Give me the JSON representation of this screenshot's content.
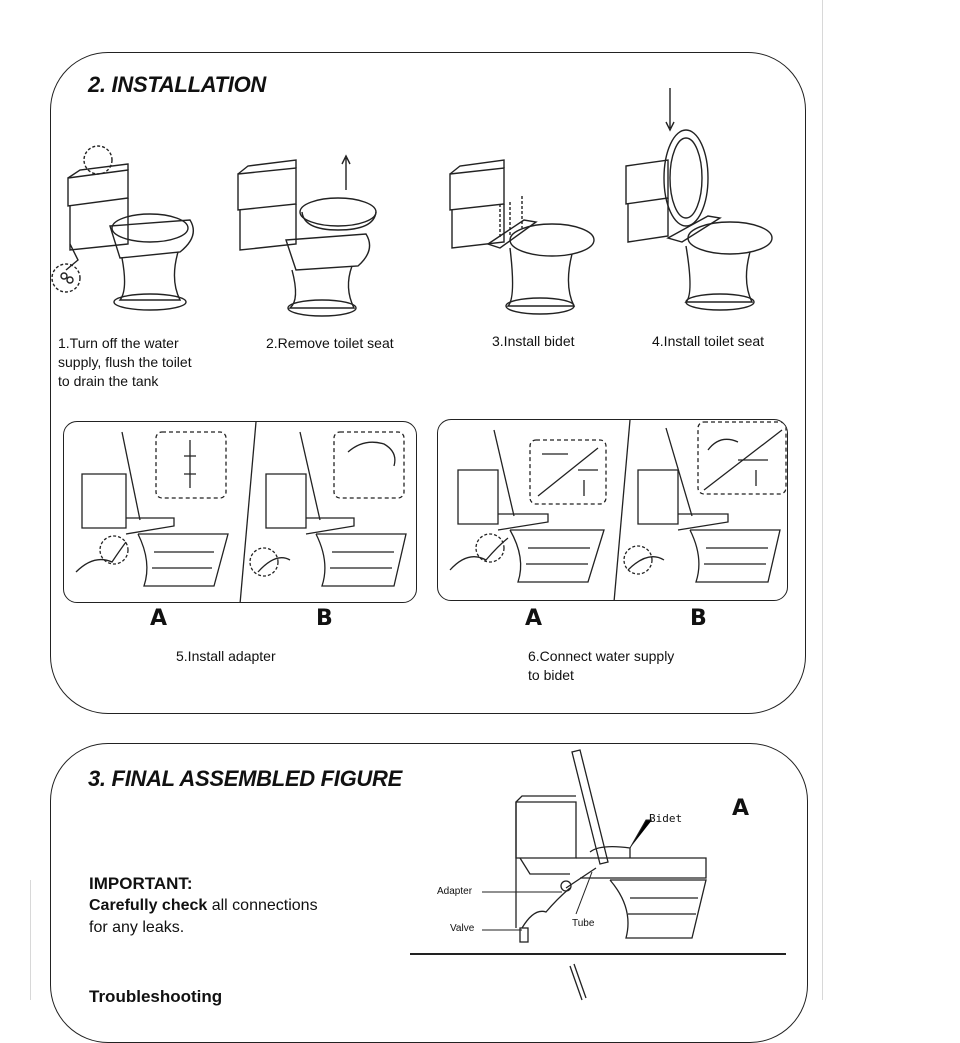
{
  "installation": {
    "title": "2. INSTALLATION",
    "steps": [
      {
        "caption": "1.Turn off the water\n supply, flush the toilet\n to drain the tank"
      },
      {
        "caption": "2.Remove  toilet seat"
      },
      {
        "caption": "3.Install bidet"
      },
      {
        "caption": "4.Install toilet seat"
      }
    ],
    "adapter": {
      "labels": [
        "A",
        "B"
      ],
      "caption": "5.Install adapter"
    },
    "connect": {
      "labels": [
        "A",
        "B"
      ],
      "caption": "6.Connect water supply\n to bidet"
    }
  },
  "final": {
    "title": "3. FINAL ASSEMBLED FIGURE",
    "important_title": "IMPORTANT:",
    "important_bold": "Carefully check",
    "important_rest_1": " all connections",
    "important_rest_2": "for any leaks.",
    "troubleshooting": "Troubleshooting",
    "figure_letter": "A",
    "callouts": {
      "bidet": "Bidet",
      "adapter": "Adapter",
      "valve": "Valve",
      "tube": "Tube"
    }
  }
}
